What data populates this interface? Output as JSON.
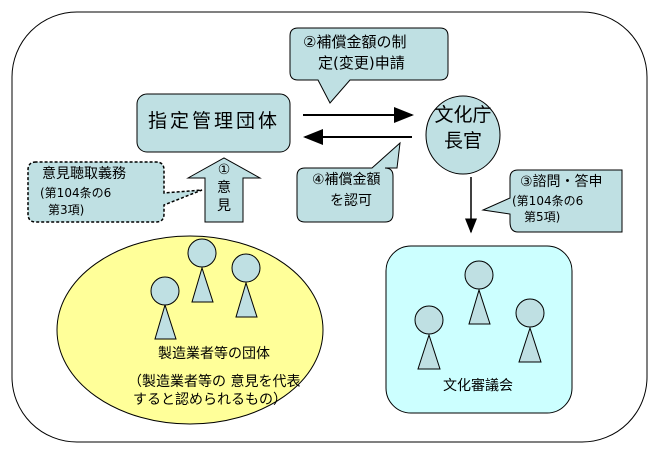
{
  "diagram": {
    "colors": {
      "shape_fill": "#bfe0e3",
      "council_fill": "#ccffff",
      "manufacturers_fill": "#ffff99",
      "stroke": "#000000",
      "background": "#ffffff"
    },
    "nodes": {
      "designated_body": {
        "label": "指定管理団体"
      },
      "commissioner": {
        "line1": "文化庁",
        "line2": "長官"
      },
      "manufacturers": {
        "title": "製造業者等の団体",
        "note_line1": "（製造業者等の 意見を代表",
        "note_line2": "すると認められるもの）"
      },
      "council": {
        "label": "文化審議会"
      }
    },
    "callouts": {
      "step2": {
        "line1": "②補償金額の制",
        "line2": "定(変更)申請"
      },
      "step4": {
        "line1": "④補償金額",
        "line2": "を認可"
      },
      "step3": {
        "line1": "③諮問・答申",
        "line2": "(第104条の6",
        "line3": "第5項)"
      },
      "hearing_duty": {
        "line1": "意見聴取義務",
        "line2": "(第104条の6",
        "line3": "第3項)"
      }
    },
    "up_arrow": {
      "line1": "①",
      "line2": "意",
      "line3": "見"
    }
  }
}
